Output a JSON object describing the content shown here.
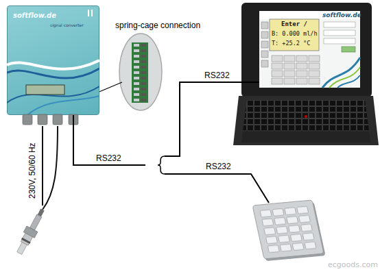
{
  "diagram": {
    "nodes": [
      {
        "text": [
          "softflow.de",
          "signal converter"
        ]
      },
      {
        "text": [
          "softflow.de",
          "Enter /",
          "B: 0.000 ml/h",
          "T: +25.2 °C"
        ]
      }
    ],
    "edges": [
      {
        "from": 0,
        "to": 1,
        "arrow": "none",
        "label": "RS232"
      }
    ],
    "labels": [
      "spring-cage connection",
      "230V, 50/60 Hz",
      "RS232",
      "RS232",
      "ecgoods.com"
    ]
  }
}
